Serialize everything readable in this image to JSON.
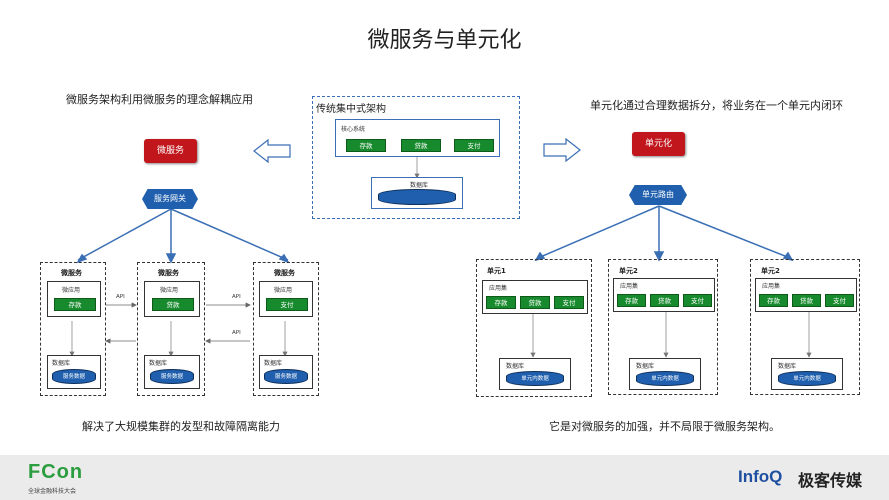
{
  "title": "微服务与单元化",
  "left_caption": "微服务架构利用微服务的理念解耦应用",
  "right_caption": "单元化通过合理数据拆分，将业务在一个单元内闭环",
  "center": {
    "title": "传统集中式架构",
    "core_label": "核心系统",
    "modules": [
      "存款",
      "贷款",
      "支付"
    ],
    "db_label": "数据库"
  },
  "microservice": {
    "badge": "微服务",
    "gateway": "服务网关",
    "api_label": "API",
    "services": [
      {
        "title": "微服务",
        "app_label": "微应用",
        "module": "存款",
        "db_label": "数据库",
        "db": "服务数据"
      },
      {
        "title": "微服务",
        "app_label": "微应用",
        "module": "贷款",
        "db_label": "数据库",
        "db": "服务数据"
      },
      {
        "title": "微服务",
        "app_label": "微应用",
        "module": "支付",
        "db_label": "数据库",
        "db": "服务数据"
      }
    ],
    "bottom_caption": "解决了大规模集群的发型和故障隔离能力"
  },
  "unit": {
    "badge": "单元化",
    "router": "单元路由",
    "units": [
      {
        "title": "单元1",
        "app_label": "应用集",
        "modules": [
          "存款",
          "贷款",
          "支付"
        ],
        "db_label": "数据库",
        "db": "单元内数据"
      },
      {
        "title": "单元2",
        "app_label": "应用集",
        "modules": [
          "存款",
          "贷款",
          "支付"
        ],
        "db_label": "数据库",
        "db": "单元内数据"
      },
      {
        "title": "单元2",
        "app_label": "应用集",
        "modules": [
          "存款",
          "贷款",
          "支付"
        ],
        "db_label": "数据库",
        "db": "单元内数据"
      }
    ],
    "bottom_caption": "它是对微服务的加强，并不局限于微服务架构。"
  },
  "footer": {
    "fcon_logo": "FCon",
    "fcon_sub": "全球金融科技大会",
    "infoq_logo": "InfoQ",
    "brand": "极客传媒"
  }
}
